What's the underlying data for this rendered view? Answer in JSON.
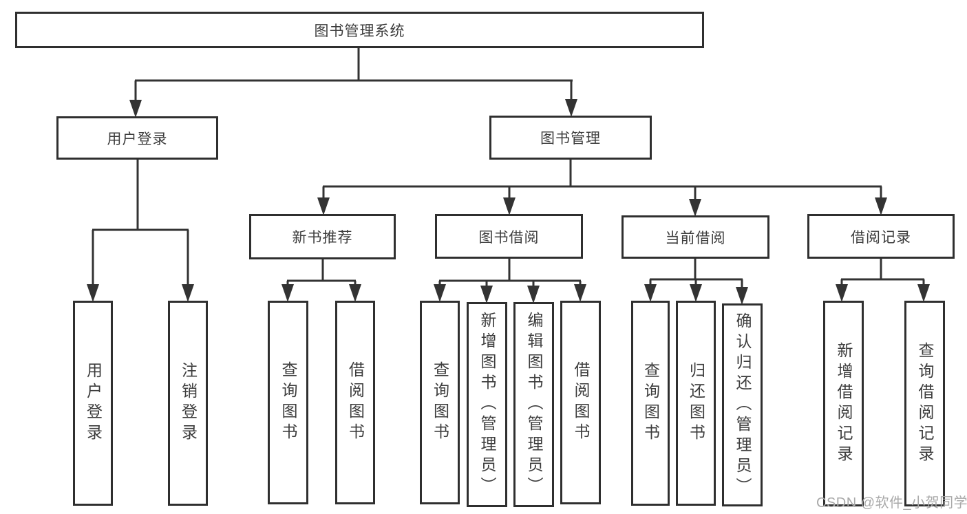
{
  "diagram": {
    "type": "tree",
    "tree": {
      "root": {
        "label": "图书管理系统",
        "children": [
          {
            "label": "用户登录",
            "children": [
              {
                "label": "用户登录"
              },
              {
                "label": "注销登录"
              }
            ]
          },
          {
            "label": "图书管理",
            "children": [
              {
                "label": "新书推荐",
                "children": [
                  {
                    "label": "查询图书"
                  },
                  {
                    "label": "借阅图书"
                  }
                ]
              },
              {
                "label": "图书借阅",
                "children": [
                  {
                    "label": "查询图书"
                  },
                  {
                    "label": "新增图书（管理员）"
                  },
                  {
                    "label": "编辑图书（管理员）"
                  },
                  {
                    "label": "借阅图书"
                  }
                ]
              },
              {
                "label": "当前借阅",
                "children": [
                  {
                    "label": "查询图书"
                  },
                  {
                    "label": "归还图书"
                  },
                  {
                    "label": "确认归还（管理员）"
                  }
                ]
              },
              {
                "label": "借阅记录",
                "children": [
                  {
                    "label": "新增借阅记录"
                  },
                  {
                    "label": "查询借阅记录"
                  }
                ]
              }
            ]
          }
        ]
      }
    },
    "colors": {
      "stroke": "#333333",
      "border": "#2f2f2f",
      "text": "#3d3d3d",
      "background": "#ffffff",
      "watermark": "#a9a9a9"
    }
  },
  "watermark": {
    "text": "CSDN @软件_小贺同学"
  }
}
